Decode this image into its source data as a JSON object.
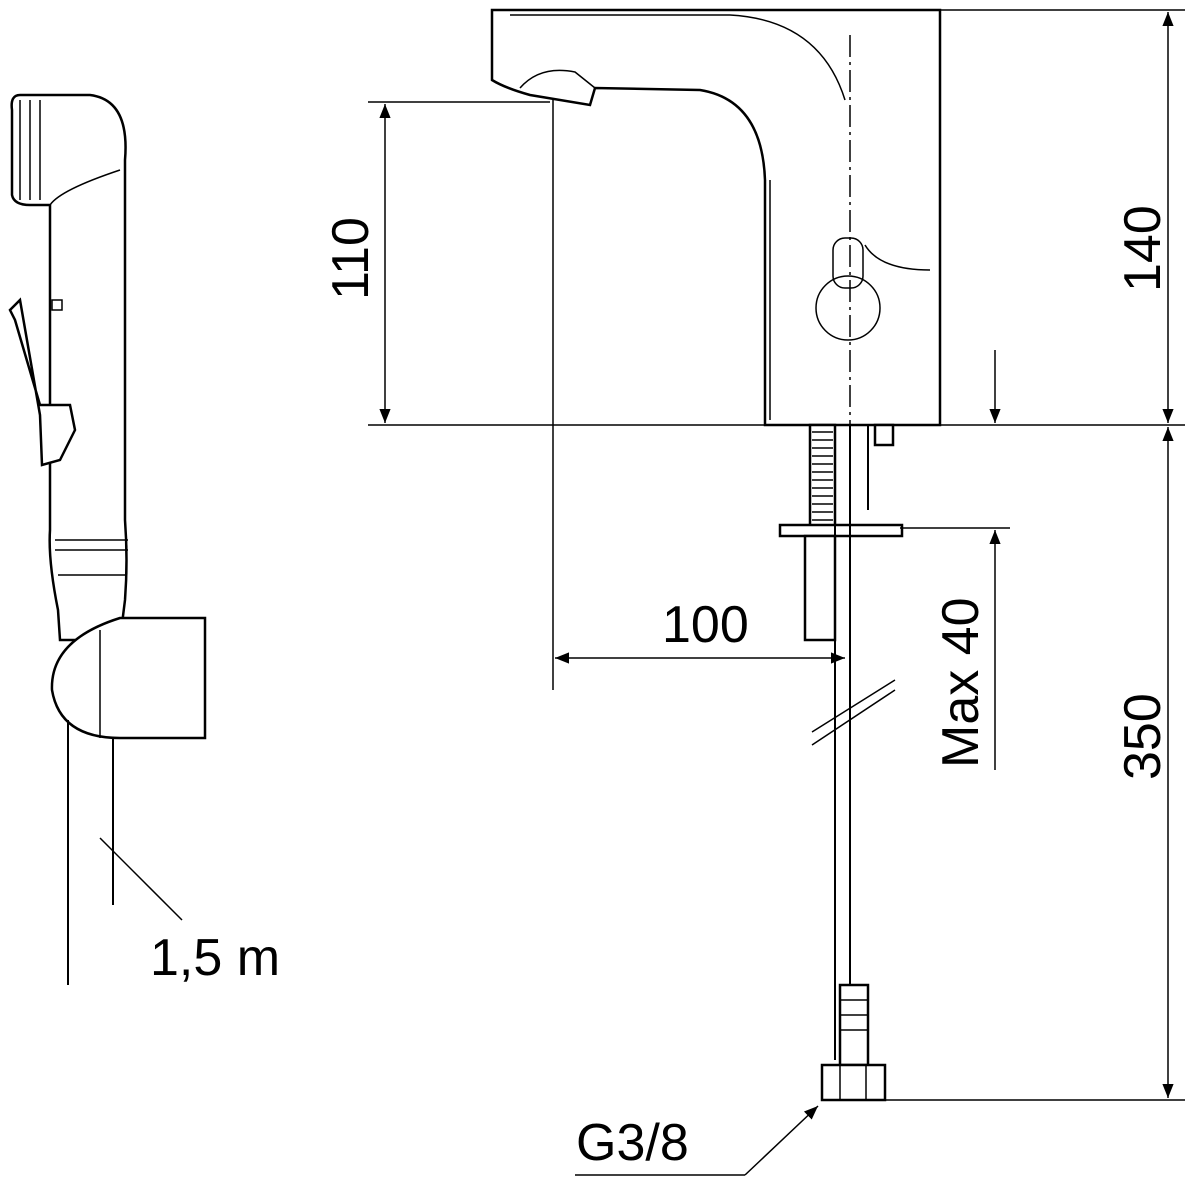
{
  "drawing": {
    "dimensions": {
      "spout_height": "110",
      "total_height": "140",
      "spout_reach": "100",
      "max_deck_thickness": "Max 40",
      "hose_length": "350",
      "hand_shower_hose": "1,5 m",
      "connection_thread": "G3/8"
    },
    "colors": {
      "line": "#000000",
      "background": "#ffffff"
    }
  }
}
